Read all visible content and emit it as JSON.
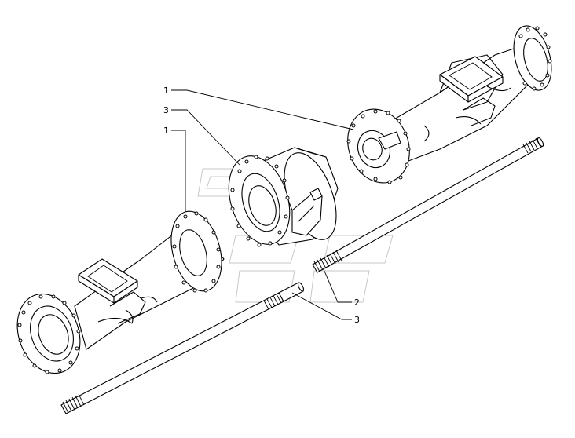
{
  "callouts": [
    {
      "id": "c1a",
      "text": "1"
    },
    {
      "id": "c3a",
      "text": "3"
    },
    {
      "id": "c1b",
      "text": "1"
    },
    {
      "id": "c2",
      "text": "2"
    },
    {
      "id": "c3b",
      "text": "3"
    }
  ]
}
